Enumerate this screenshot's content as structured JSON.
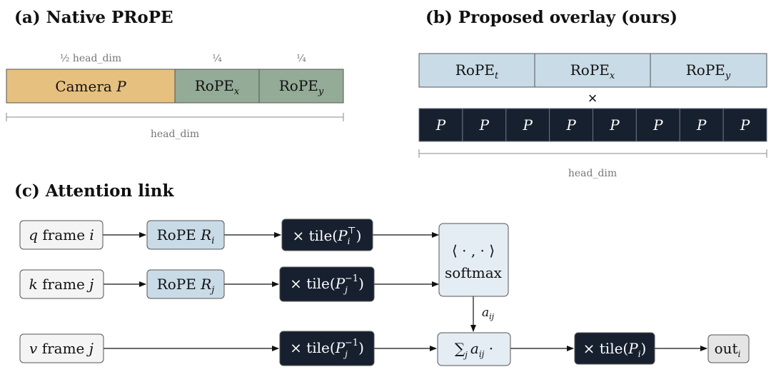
{
  "colors": {
    "camera_fill": "#e6c07f",
    "rope_green_fill": "#93ab97",
    "rope_blue_fill": "#c9dbe7",
    "dark_fill": "#17202f",
    "light_box_fill": "#f4f4f4",
    "softmax_fill": "#e4ecf4",
    "out_fill": "#e5e5e5",
    "stroke": "#555555",
    "gray_text": "#777777"
  },
  "panel_a": {
    "title": "(a) Native PRoPE",
    "fraction_labels": [
      "½ head_dim",
      "¼",
      "¼"
    ],
    "segments": [
      {
        "base": "Camera ",
        "var": "P",
        "sub": ""
      },
      {
        "base": "RoPE",
        "var": "",
        "sub": "x"
      },
      {
        "base": "RoPE",
        "var": "",
        "sub": "y"
      }
    ],
    "dim_label": "head_dim"
  },
  "panel_b": {
    "title": "(b) Proposed overlay (ours)",
    "rope_segments": [
      {
        "base": "RoPE",
        "sub": "t"
      },
      {
        "base": "RoPE",
        "sub": "x"
      },
      {
        "base": "RoPE",
        "sub": "y"
      }
    ],
    "times_symbol": "×",
    "p_cells": [
      "P",
      "P",
      "P",
      "P",
      "P",
      "P",
      "P",
      "P"
    ],
    "dim_label": "head_dim"
  },
  "panel_c": {
    "title": "(c) Attention link",
    "inputs": [
      {
        "var": "q",
        "word": "frame",
        "index": "i"
      },
      {
        "var": "k",
        "word": "frame",
        "index": "j"
      },
      {
        "var": "v",
        "word": "frame",
        "index": "j"
      }
    ],
    "rope_boxes": [
      {
        "text": "RoPE ",
        "var": "R",
        "sub": "i"
      },
      {
        "text": "RoPE ",
        "var": "R",
        "sub": "j"
      }
    ],
    "tile_boxes": [
      {
        "prefix": "× tile(",
        "var": "P",
        "sub": "i",
        "sup": "⊤",
        "suffix": ")"
      },
      {
        "prefix": "× tile(",
        "var": "P",
        "sub": "j",
        "sup": "−1",
        "suffix": ")"
      },
      {
        "prefix": "× tile(",
        "var": "P",
        "sub": "j",
        "sup": "−1",
        "suffix": ")"
      }
    ],
    "softmax": {
      "inner": "⟨ · , · ⟩",
      "label": "softmax"
    },
    "weight_label": {
      "var": "a",
      "sub": "ij"
    },
    "sum_box": {
      "sum": "∑",
      "sum_sub": "j",
      "var": "a",
      "var_sub": "ij",
      "dot": " ·"
    },
    "out_tile": {
      "prefix": "× tile(",
      "var": "P",
      "sub": "i",
      "suffix": ")"
    },
    "output": {
      "text": "out",
      "sub": "i"
    }
  }
}
